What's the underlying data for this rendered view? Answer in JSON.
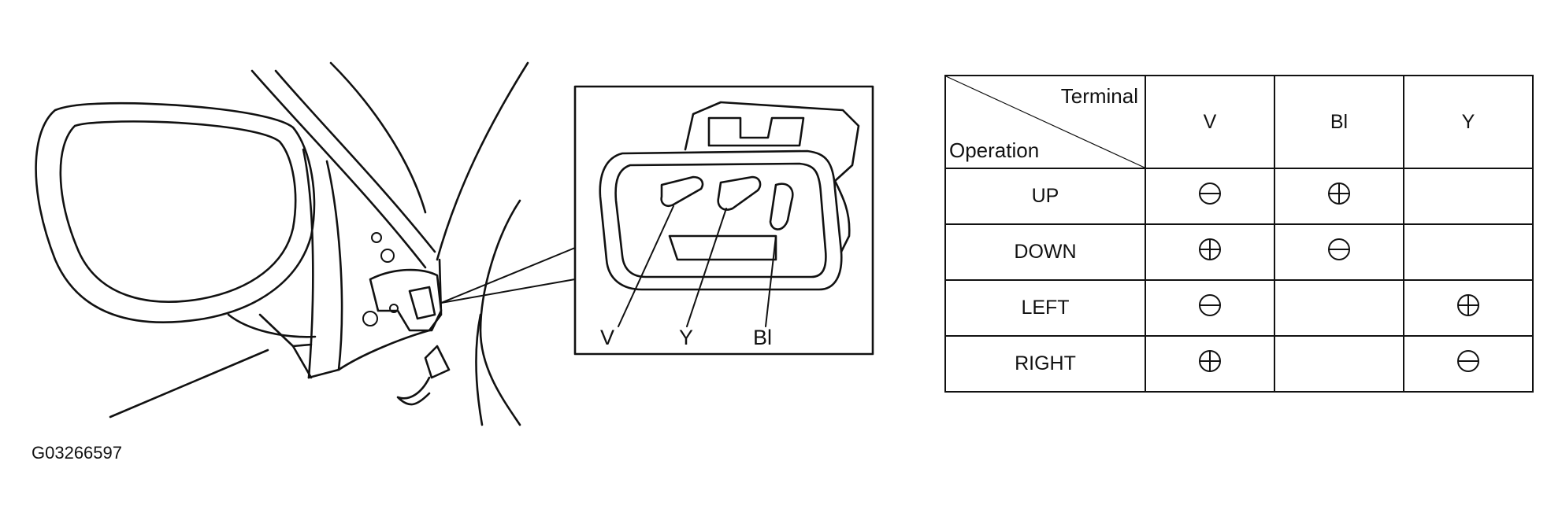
{
  "figure_code": "G03266597",
  "connector_labels": [
    "V",
    "Y",
    "Bl"
  ],
  "table": {
    "corner_top": "Terminal",
    "corner_bottom": "Operation",
    "terminals": [
      "V",
      "Bl",
      "Y"
    ],
    "rows": [
      {
        "operation": "UP",
        "cells": [
          "minus",
          "plus",
          ""
        ]
      },
      {
        "operation": "DOWN",
        "cells": [
          "plus",
          "minus",
          ""
        ]
      },
      {
        "operation": "LEFT",
        "cells": [
          "minus",
          "",
          "plus"
        ]
      },
      {
        "operation": "RIGHT",
        "cells": [
          "plus",
          "",
          "minus"
        ]
      }
    ]
  }
}
